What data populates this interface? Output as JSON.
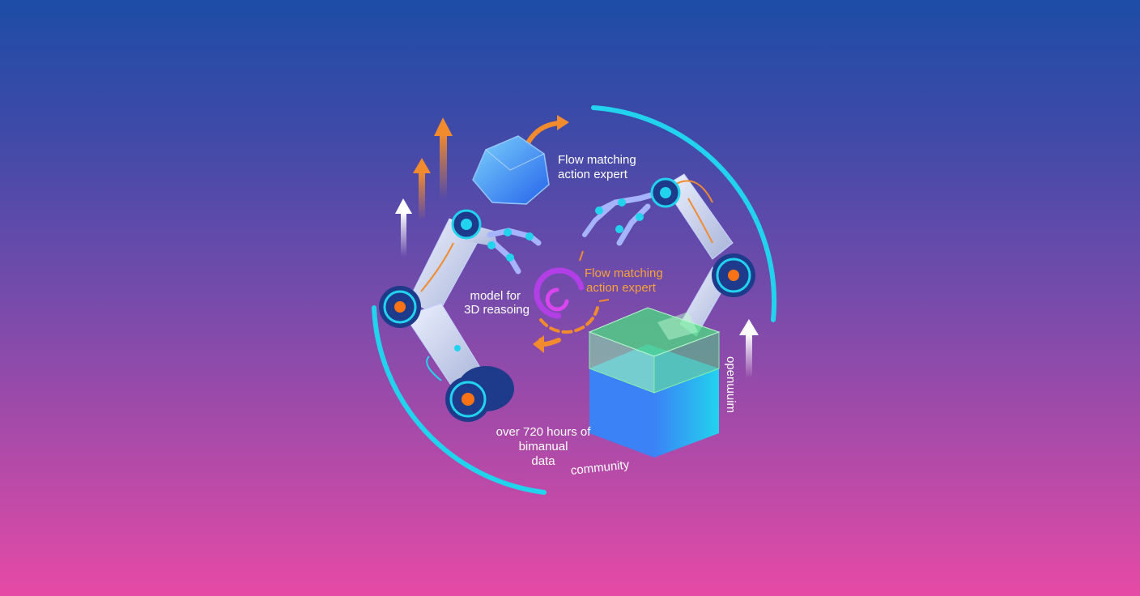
{
  "labels": {
    "flow_top_line1": "Flow matching",
    "flow_top_line2": "action expert",
    "flow_center_line1": "Flow matching",
    "flow_center_line2": "action expert",
    "model_line1": "model for",
    "model_line2": "3D reasoing",
    "hours_line1": "over 720 hours of",
    "hours_line2": "bimanual",
    "hours_line3": "data",
    "community": "community",
    "open": "openɯuim"
  },
  "icons": [
    "brain-icon",
    "swirl-icon",
    "robot-arm-left",
    "robot-arm-right",
    "data-cube-icon",
    "arrow-up-icon",
    "curved-arrow-icon",
    "ring-arc"
  ],
  "colors": {
    "cyan": "#22d3ee",
    "orange": "#f28a2e",
    "violet": "#b23ee6",
    "green": "#4ade80",
    "cube_blue": "#3b82f6"
  }
}
